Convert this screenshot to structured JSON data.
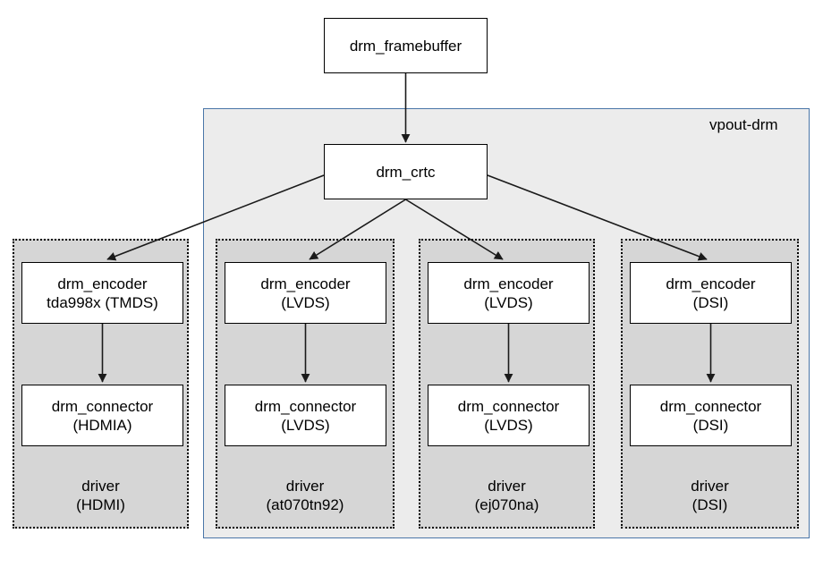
{
  "diagram": {
    "title_node": {
      "label": "drm_framebuffer"
    },
    "module": {
      "name": "vpout-drm",
      "crtc": {
        "label": "drm_crtc"
      }
    },
    "drivers": [
      {
        "encoder": {
          "line1": "drm_encoder",
          "line2": "tda998x (TMDS)"
        },
        "connector": {
          "line1": "drm_connector",
          "line2": "(HDMIA)"
        },
        "driver": {
          "line1": "driver",
          "line2": "(HDMI)"
        }
      },
      {
        "encoder": {
          "line1": "drm_encoder",
          "line2": "(LVDS)"
        },
        "connector": {
          "line1": "drm_connector",
          "line2": "(LVDS)"
        },
        "driver": {
          "line1": "driver",
          "line2": "(at070tn92)"
        }
      },
      {
        "encoder": {
          "line1": "drm_encoder",
          "line2": "(LVDS)"
        },
        "connector": {
          "line1": "drm_connector",
          "line2": "(LVDS)"
        },
        "driver": {
          "line1": "driver",
          "line2": "(ej070na)"
        }
      },
      {
        "encoder": {
          "line1": "drm_encoder",
          "line2": "(DSI)"
        },
        "connector": {
          "line1": "drm_connector",
          "line2": "(DSI)"
        },
        "driver": {
          "line1": "driver",
          "line2": "(DSI)"
        }
      }
    ],
    "colors": {
      "module_fill": "#ececec",
      "module_border": "#4a76a8",
      "group_fill": "#d6d6d6",
      "group_border": "#000000",
      "node_fill": "#ffffff",
      "node_border": "#000000",
      "edge": "#1a1a1a",
      "background": "#ffffff",
      "text": "#000000"
    }
  }
}
